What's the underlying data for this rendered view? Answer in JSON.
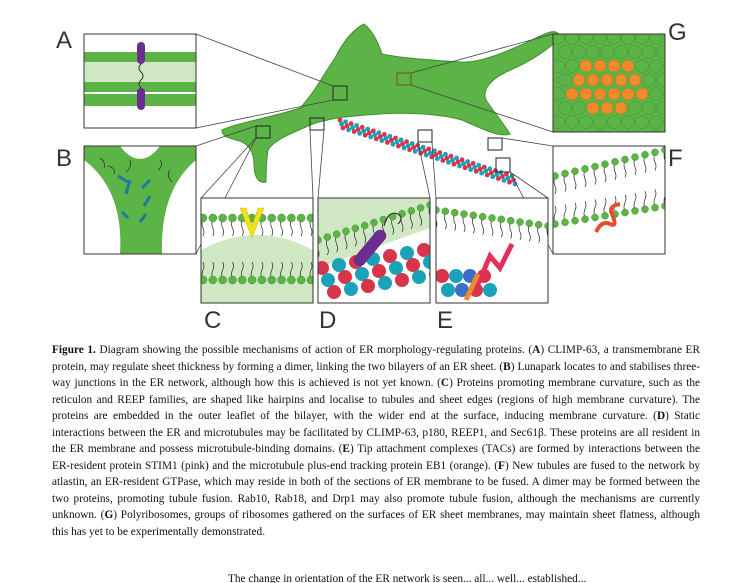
{
  "panel_letters": [
    "A",
    "B",
    "C",
    "D",
    "E",
    "F",
    "G"
  ],
  "caption": {
    "label": "Figure 1.",
    "lead": " Diagram showing the possible mechanisms of action of ER morphology-regulating proteins. (",
    "items": [
      {
        "tag": "A",
        "text": ") CLIMP-63, a transmembrane ER protein, may regulate sheet thickness by forming a dimer, linking the two bilayers of an ER sheet. ("
      },
      {
        "tag": "B",
        "text": ") Lunapark locates to and stabilises three-way junctions in the ER network, although how this is achieved is not yet known. ("
      },
      {
        "tag": "C",
        "text": ") Proteins promoting membrane curvature, such as the reticulon and REEP families, are shaped like hairpins and localise to tubules and sheet edges (regions of high membrane curvature). The proteins are embedded in the outer leaflet of the bilayer, with the wider end at the surface, inducing membrane curvature. ("
      },
      {
        "tag": "D",
        "text": ") Static interactions between the ER and microtubules may be facilitated by CLIMP-63, p180, REEP1, and Sec61β. These proteins are all resident in the ER membrane and possess microtubule-binding domains. ("
      },
      {
        "tag": "E",
        "text": ") Tip attachment complexes (TACs) are formed by interactions between the ER-resident protein STIM1 (pink) and the microtubule plus-end tracking protein EB1 (orange). ("
      },
      {
        "tag": "F",
        "text": ") New tubules are fused to the network by atlastin, an ER-resident GTPase, which may reside in both of the sections of ER membrane to be fused. A dimer may be formed between the two proteins, promoting tubule fusion. Rab10, Rab18, and Drp1 may also promote tubule fusion, although the mechanisms are currently unknown. ("
      },
      {
        "tag": "G",
        "text": ") Polyribosomes, groups of ribosomes gathered on the surfaces of ER sheet membranes, may maintain sheet flatness, although this has yet to be experimentally demonstrated."
      }
    ]
  },
  "body_text_partial": "The change in orientation of the ER network is seen... all... well... established..."
}
